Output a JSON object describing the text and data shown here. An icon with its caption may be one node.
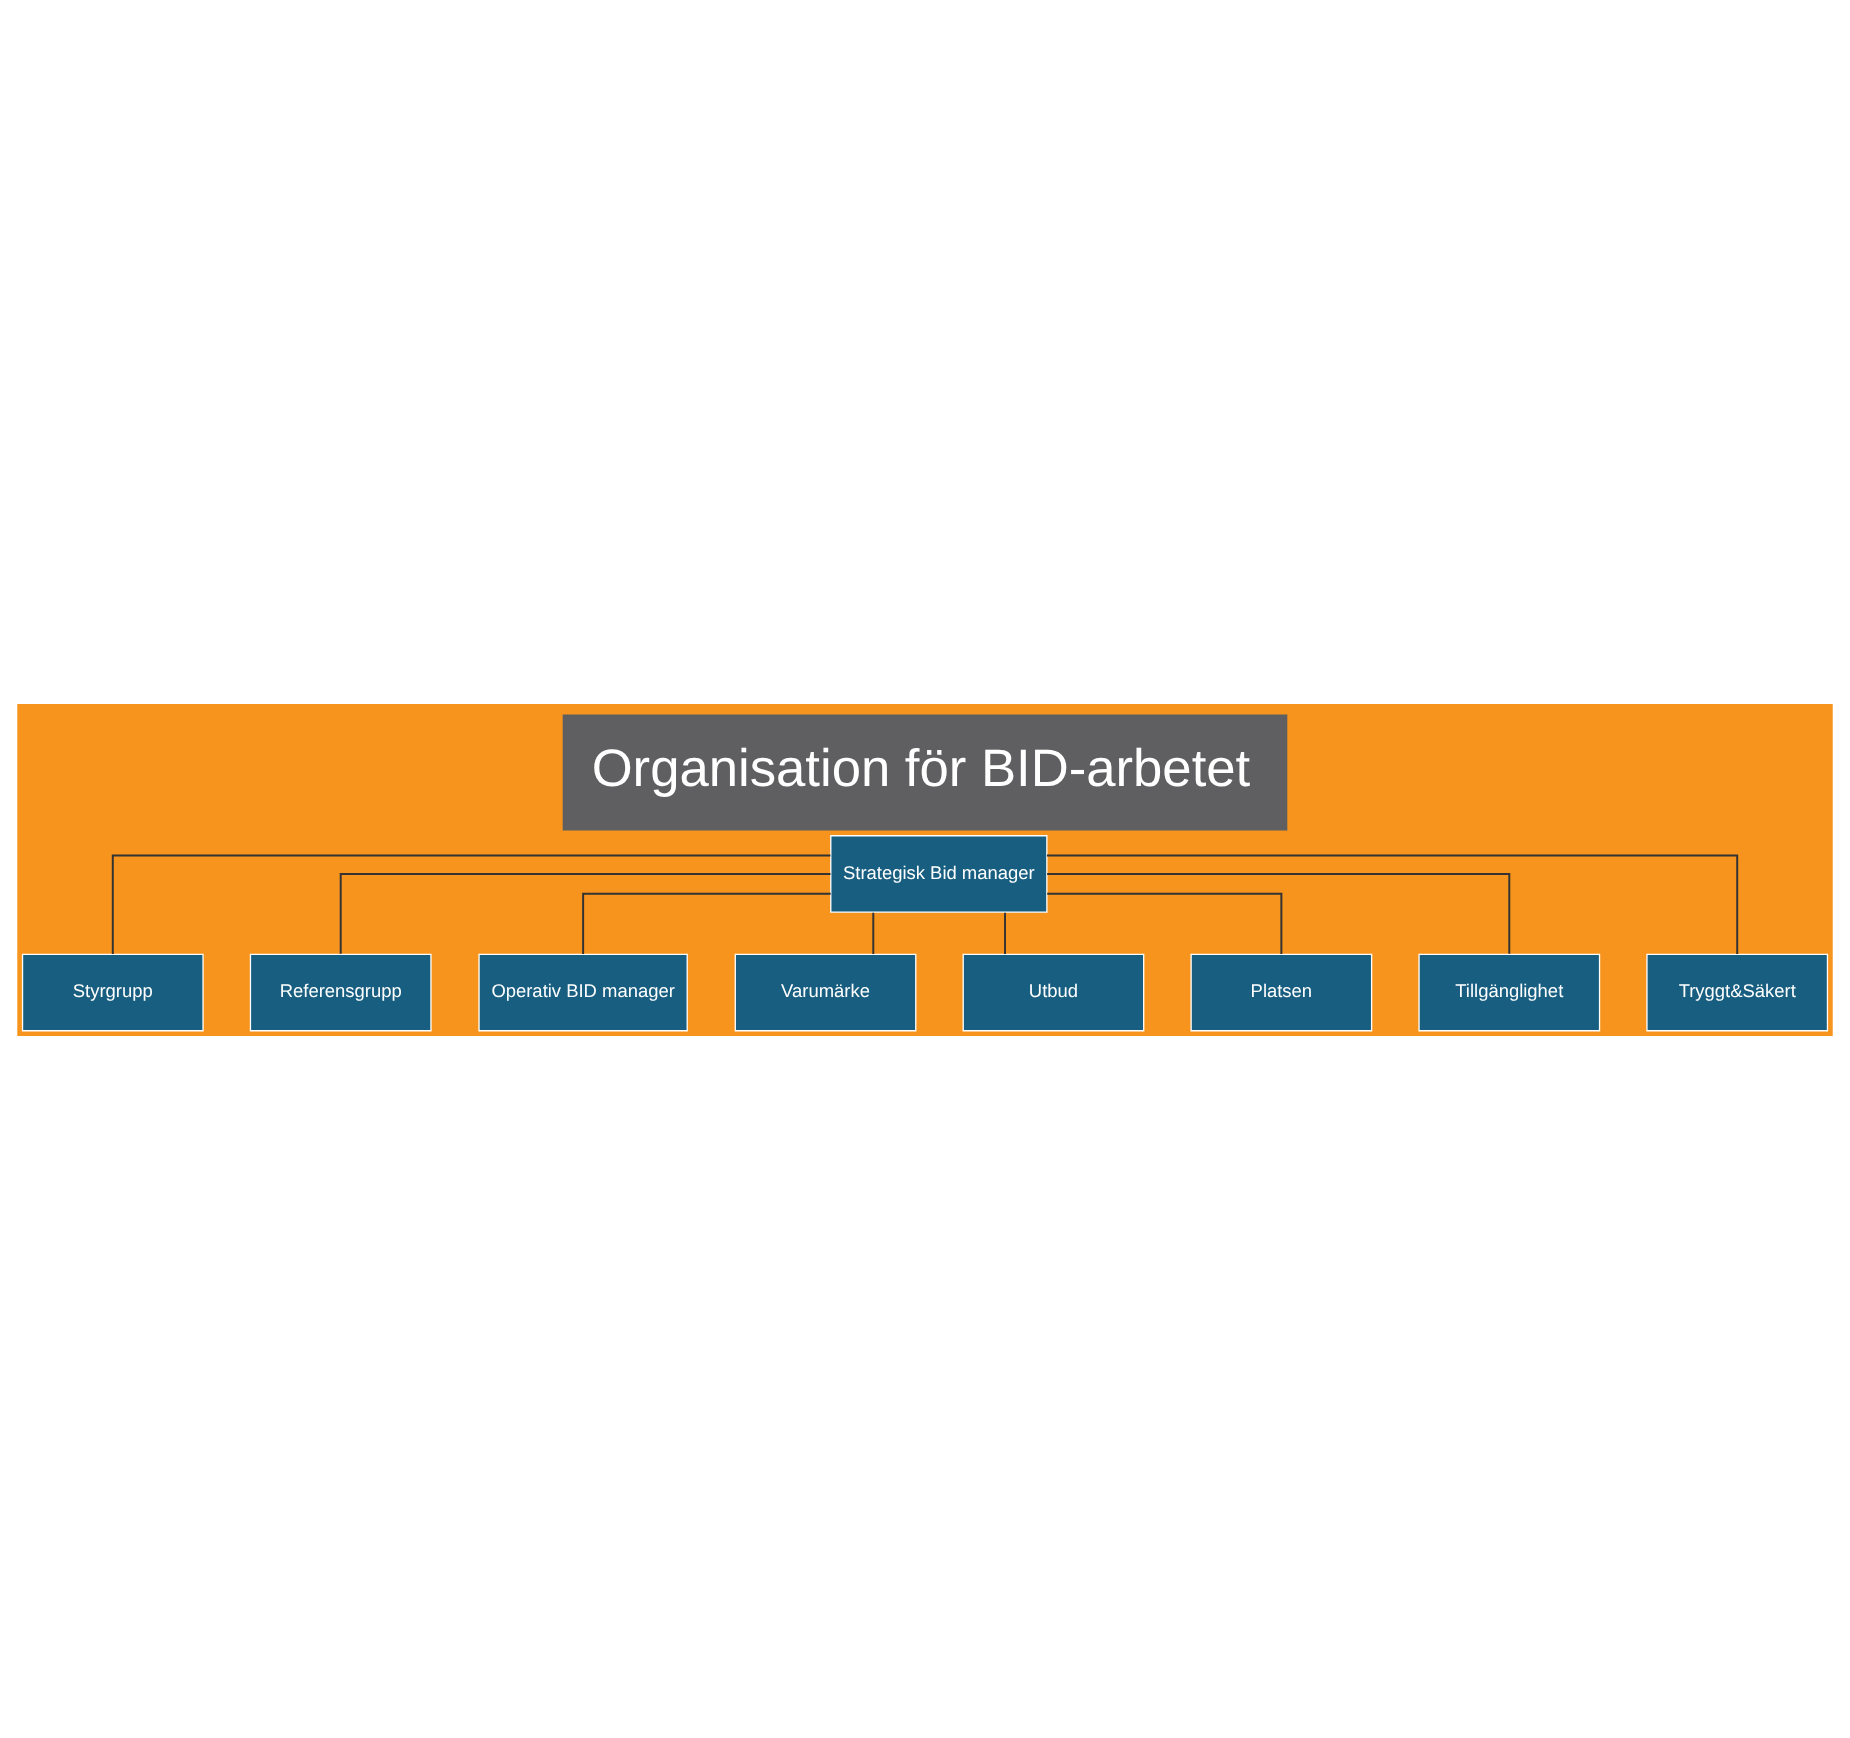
{
  "diagram": {
    "title": "Organisation för BID-arbetet",
    "nodes": [
      {
        "text": [
          "Strategisk Bid manager"
        ]
      },
      {
        "text": [
          "Styrgrupp"
        ]
      },
      {
        "text": [
          "Referensgrupp"
        ]
      },
      {
        "text": [
          "Operativ BID manager"
        ]
      },
      {
        "text": [
          "Varumärke"
        ]
      },
      {
        "text": [
          "Utbud"
        ]
      },
      {
        "text": [
          "Platsen"
        ]
      },
      {
        "text": [
          "Tillgänglighet"
        ]
      },
      {
        "text": [
          "Tryggt&Säkert"
        ]
      }
    ],
    "edges": [
      {
        "from": 0,
        "to": 1,
        "arrow": "none"
      },
      {
        "from": 0,
        "to": 2,
        "arrow": "none"
      },
      {
        "from": 0,
        "to": 3,
        "arrow": "none"
      },
      {
        "from": 0,
        "to": 4,
        "arrow": "none"
      },
      {
        "from": 0,
        "to": 5,
        "arrow": "none"
      },
      {
        "from": 0,
        "to": 6,
        "arrow": "none"
      },
      {
        "from": 0,
        "to": 7,
        "arrow": "none"
      },
      {
        "from": 0,
        "to": 8,
        "arrow": "none"
      }
    ]
  }
}
